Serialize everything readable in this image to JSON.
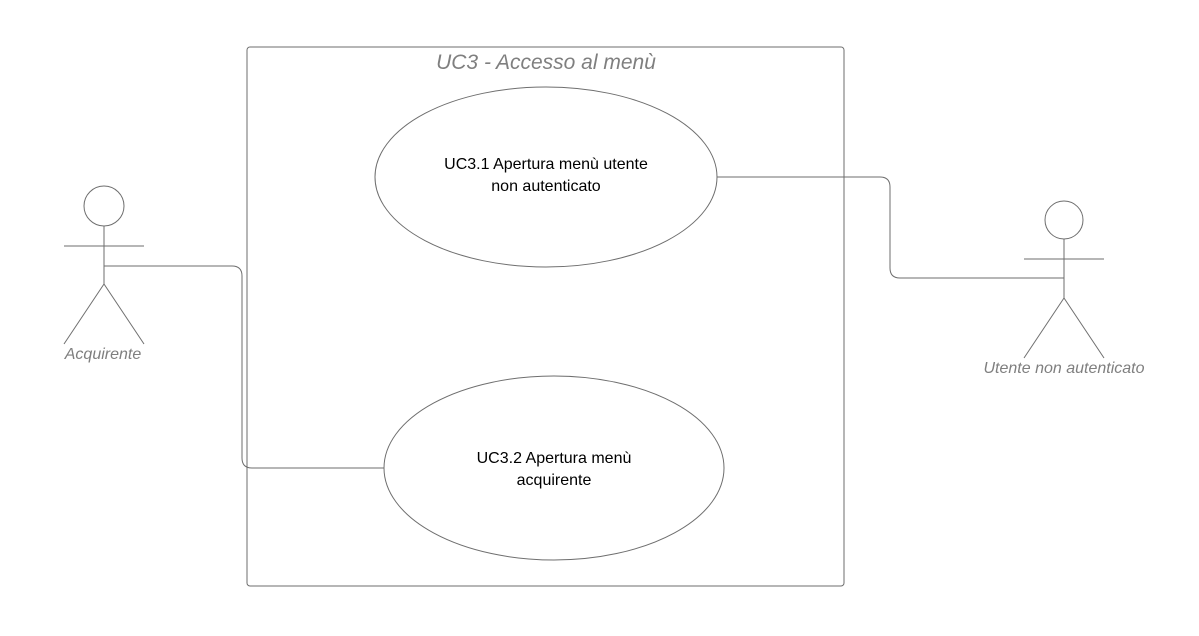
{
  "system": {
    "title": "UC3 - Accesso al menù"
  },
  "actors": {
    "buyer": {
      "label": "Acquirente"
    },
    "guest": {
      "label": "Utente non autenticato"
    }
  },
  "use_cases": {
    "uc31": {
      "line1": "UC3.1 Apertura menù utente",
      "line2": "non autenticato"
    },
    "uc32": {
      "line1": "UC3.2 Apertura menù",
      "line2": "acquirente"
    }
  },
  "colors": {
    "stroke": "#6e6e6e",
    "label": "#7f7f7f",
    "text": "#000000"
  }
}
